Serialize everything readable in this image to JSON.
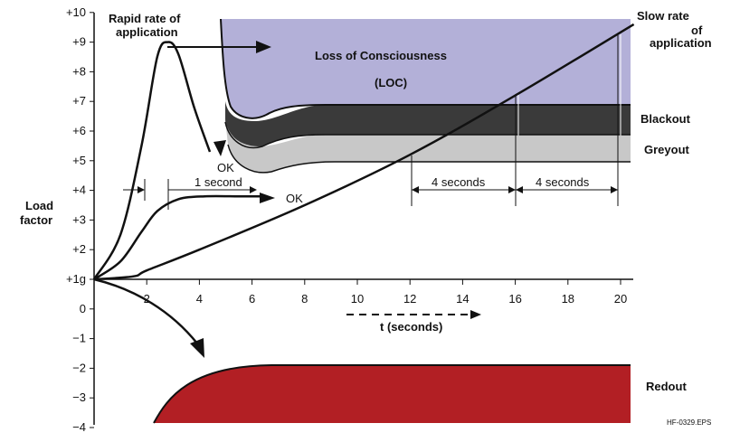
{
  "chart_data": {
    "type": "line",
    "title": "",
    "ylabel": "Load factor",
    "xlabel": "t (seconds)",
    "xlim": [
      0,
      20
    ],
    "ylim": [
      -4,
      10
    ],
    "x_ticks": [
      2,
      4,
      6,
      8,
      10,
      12,
      14,
      16,
      18,
      20
    ],
    "x_tick_labels": [
      "2",
      "4",
      "6",
      "8",
      "10",
      "12",
      "14",
      "16",
      "18",
      "20"
    ],
    "y_ticks": [
      10,
      9,
      8,
      7,
      6,
      5,
      4,
      3,
      2,
      1,
      0,
      -1,
      -2,
      -3,
      -4
    ],
    "y_tick_labels": [
      "+10",
      "+9",
      "+8",
      "+7",
      "+6",
      "+5",
      "+4",
      "+3",
      "+2",
      "+1g",
      "0",
      "−1",
      "−2",
      "−3",
      "−4"
    ],
    "zones": [
      {
        "name": "Loss of Consciousness",
        "sub": "(LOC)",
        "color": "#b3b0d8",
        "onset_s": 4.8,
        "level_g": 7.0
      },
      {
        "name": "Blackout",
        "color": "#3a3a3a",
        "level_g": 6.0
      },
      {
        "name": "Greyout",
        "color": "#c8c8c8",
        "level_g": 5.0
      },
      {
        "name": "Redout",
        "color": "#b21f24",
        "level_g": -2.0
      }
    ],
    "series": [
      {
        "x": [
          0,
          1,
          1.8,
          2.4,
          2.8,
          3.2,
          3.8,
          4.4
        ],
        "y": [
          1,
          2.5,
          5.5,
          8.5,
          9,
          8.6,
          6.8,
          5.3
        ]
      },
      {
        "x": [
          0,
          1,
          1.8,
          2.4,
          3.2,
          4.2,
          5.5,
          6.5
        ],
        "y": [
          1,
          1.6,
          2.6,
          3.3,
          3.7,
          3.8,
          3.8,
          3.8
        ]
      },
      {
        "x": [
          0,
          1.5,
          2,
          4,
          8,
          12,
          16,
          20.5
        ],
        "y": [
          1,
          1.1,
          1.3,
          2,
          3.5,
          5.2,
          7.2,
          9.6
        ]
      }
    ],
    "annotations": {
      "rapid": "Rapid rate of application",
      "slow": "Slow rate of application",
      "ok1": "OK",
      "ok2": "OK",
      "one_second": "1 second",
      "four_seconds_a": "4 seconds",
      "four_seconds_b": "4 seconds",
      "figure_id": "HF-0329.EPS"
    },
    "grid": false,
    "legend": "none"
  }
}
